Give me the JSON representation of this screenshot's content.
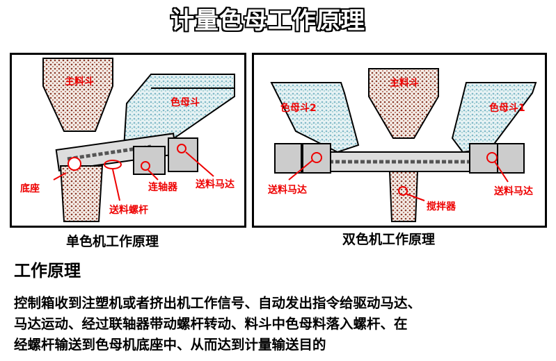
{
  "title": "计量色母工作原理",
  "single": {
    "caption": "单色机工作原理",
    "labels": {
      "main_hopper": "主料斗",
      "color_hopper": "色母斗",
      "base": "底座",
      "feed_screw": "送料螺杆",
      "coupling": "连轴器",
      "feed_motor": "送料马达"
    }
  },
  "double": {
    "caption": "双色机工作原理",
    "labels": {
      "main_hopper": "主料斗",
      "color_hopper_2": "色母斗2",
      "color_hopper_1": "色母斗1",
      "feed_motor_left": "送料马达",
      "feed_motor_right": "送料马达",
      "mixer": "搅拌器"
    }
  },
  "principle": {
    "heading": "工作原理",
    "lines": [
      "控制箱收到注塑机或者挤出机工作信号、自动发出指令给驱动马达、",
      "马达运动、经过联轴器带动螺杆转动、料斗中色母料落入螺杆、在",
      "经螺杆输送到色母机底座中、从而达到计量输送目的"
    ]
  },
  "colors": {
    "label": "#ee0000",
    "pellets_main": "#8b3a2a",
    "pellets_color": "#7fb8c8"
  }
}
